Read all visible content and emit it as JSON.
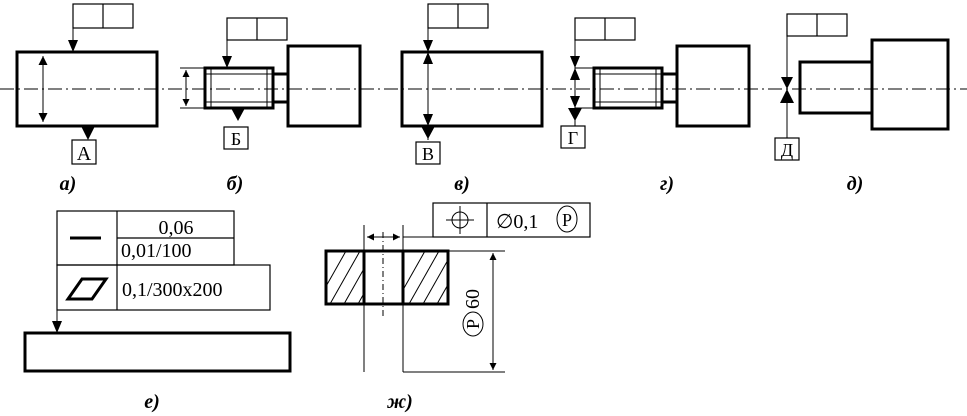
{
  "captions": [
    "а)",
    "б)",
    "в)",
    "г)",
    "д)",
    "е)",
    "ж)"
  ],
  "datum_letters": [
    "А",
    "Б",
    "В",
    "Г",
    "Д"
  ],
  "flatness_table": {
    "row1_value_top": "0,06",
    "row1_value_bottom": "0,01/100",
    "row2_value": "0,1/300x200",
    "row1_symbol": "straightness-symbol",
    "row2_symbol": "flatness-symbol"
  },
  "position_frame": {
    "symbol": "position-symbol",
    "value": "∅0,1",
    "modifier": "P"
  },
  "dimension": {
    "modifier": "P",
    "value": "60"
  }
}
